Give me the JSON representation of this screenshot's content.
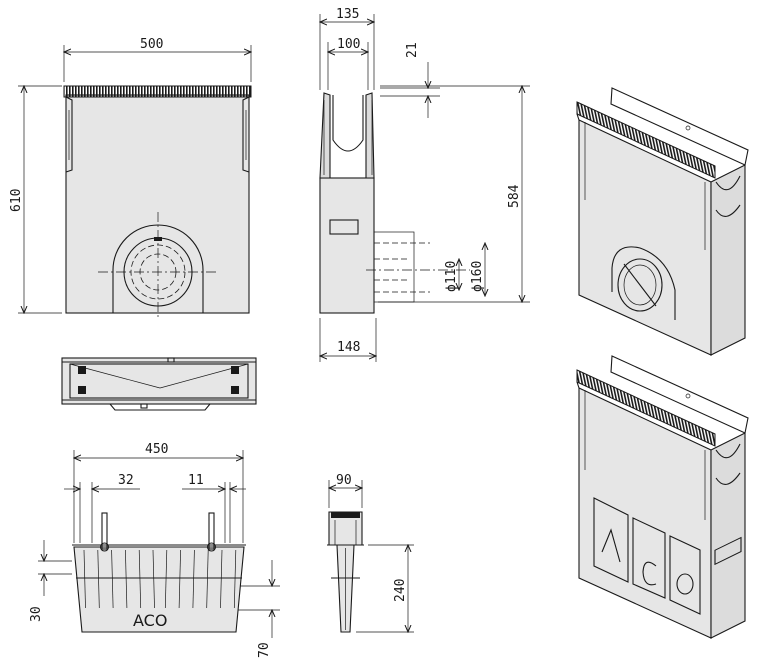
{
  "dimensions": {
    "front_width": "500",
    "front_height": "610",
    "side_top_width": "135",
    "side_inner_width": "100",
    "grating_depth": "21",
    "side_height": "584",
    "side_base": "148",
    "outlet_small": "ϕ110",
    "outlet_large": "ϕ160",
    "basket_width": "450",
    "basket_rib": "32",
    "basket_gap": "11",
    "basket_side_width": "90",
    "basket_height": "240",
    "basket_left": "30",
    "basket_bottom": "70"
  },
  "logo": {
    "letters": "ACO"
  },
  "colors": {
    "line": "#1a1a1a",
    "fill": "#e6e6e6",
    "background": "#ffffff"
  }
}
